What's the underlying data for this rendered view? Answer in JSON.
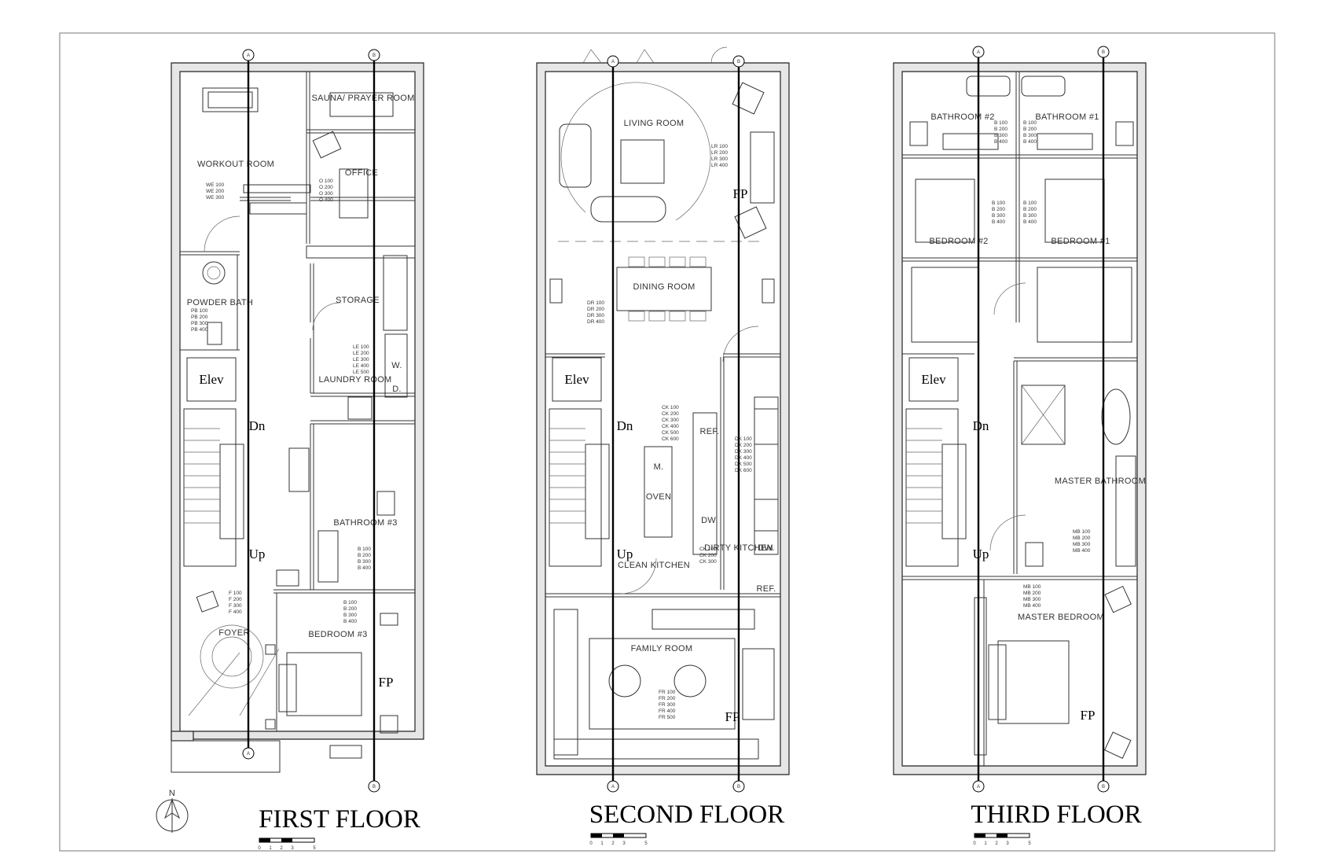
{
  "sheet": {
    "north_label": "N",
    "scale_ticks": [
      "0",
      "1",
      "2",
      "3",
      "5"
    ]
  },
  "floors": [
    {
      "title": "FIRST FLOOR",
      "rooms": [
        "SAUNA/ PRAYER ROOM",
        "WORKOUT ROOM",
        "OFFICE",
        "STORAGE",
        "POWDER BATH",
        "LAUNDRY ROOM",
        "BATHROOM #3",
        "FOYER",
        "BEDROOM #3"
      ],
      "marks": [
        "Elev",
        "Dn",
        "Up",
        "FP",
        "W.",
        "D."
      ],
      "grid_markers": [
        "A",
        "B"
      ]
    },
    {
      "title": "SECOND FLOOR",
      "rooms": [
        "LIVING ROOM",
        "DINING ROOM",
        "CLEAN KITCHEN",
        "DIRTY KITCHEN",
        "FAMILY ROOM"
      ],
      "marks": [
        "Elev",
        "Dn",
        "Up",
        "FP",
        "FP",
        "REF.",
        "REF.",
        "M.",
        "OVEN",
        "DW.",
        "DW."
      ],
      "grid_markers": [
        "A",
        "B"
      ]
    },
    {
      "title": "THIRD FLOOR",
      "rooms": [
        "BATHROOM #2",
        "BATHROOM #1",
        "BEDROOM #2",
        "BEDROOM #1",
        "MASTER BATHROOM",
        "MASTER BEDROOM"
      ],
      "marks": [
        "Elev",
        "Dn",
        "Up",
        "FP"
      ],
      "grid_markers": [
        "A",
        "B"
      ]
    }
  ],
  "tags": {
    "workout": [
      "WE 100",
      "WE 200",
      "WE 300"
    ],
    "office": [
      "O 100",
      "O 200",
      "O 300",
      "O 400"
    ],
    "powder": [
      "PB 100",
      "PB 200",
      "PB 300",
      "PB 400"
    ],
    "laundry": [
      "LE 100",
      "LE 200",
      "LE 300",
      "LE 400",
      "LE 500"
    ],
    "bath3": [
      "B 100",
      "B 200",
      "B 300",
      "B 400"
    ],
    "foyer": [
      "F 100",
      "F 200",
      "F 300",
      "F 400"
    ],
    "bedroom3": [
      "B 100",
      "B 200",
      "B 300",
      "B 400"
    ],
    "living": [
      "LR 100",
      "LR 200",
      "LR 300",
      "LR 400"
    ],
    "dining": [
      "DR 100",
      "DR 200",
      "DR 300",
      "DR 400"
    ],
    "clean_kitchen": [
      "CK 100",
      "CK 200",
      "CK 300",
      "CK 400",
      "CK 500",
      "CK 600"
    ],
    "dirty_kitchen": [
      "DK 100",
      "DK 200",
      "DK 300",
      "DK 400",
      "DK 500",
      "DK 600"
    ],
    "ck_small": [
      "CK 100",
      "CK 200",
      "CK 300"
    ],
    "family": [
      "FR 100",
      "FR 200",
      "FR 300",
      "FR 400",
      "FR 500"
    ],
    "bath2": [
      "B 100",
      "B 200",
      "B 300",
      "B 400"
    ],
    "bath1": [
      "B 100",
      "B 200",
      "B 300",
      "B 400"
    ],
    "bed2": [
      "B 100",
      "B 200",
      "B 300",
      "B 400"
    ],
    "bed1": [
      "B 100",
      "B 200",
      "B 300",
      "B 400"
    ],
    "master_bath": [
      "MB 100",
      "MB 200",
      "MB 300",
      "MB 400"
    ],
    "master_bed": [
      "MB 100",
      "MB 200",
      "MB 300",
      "MB 400"
    ]
  }
}
